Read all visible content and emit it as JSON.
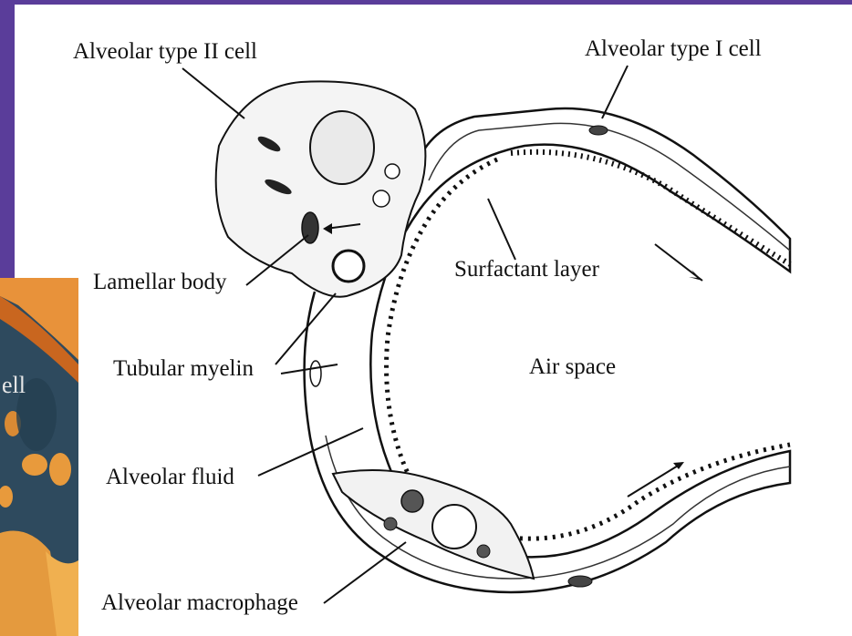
{
  "colors": {
    "slide_background": "#5a3d9a",
    "figure_background": "#ffffff",
    "ink": "#111111"
  },
  "inset": {
    "visible_text": "ell"
  },
  "labels": {
    "type2_cell": "Alveolar type II cell",
    "type1_cell": "Alveolar type I cell",
    "lamellar_body": "Lamellar body",
    "surfactant_layer": "Surfactant layer",
    "tubular_myelin": "Tubular myelin",
    "air_space": "Air space",
    "alveolar_fluid": "Alveolar fluid",
    "alveolar_macrophage": "Alveolar macrophage"
  }
}
